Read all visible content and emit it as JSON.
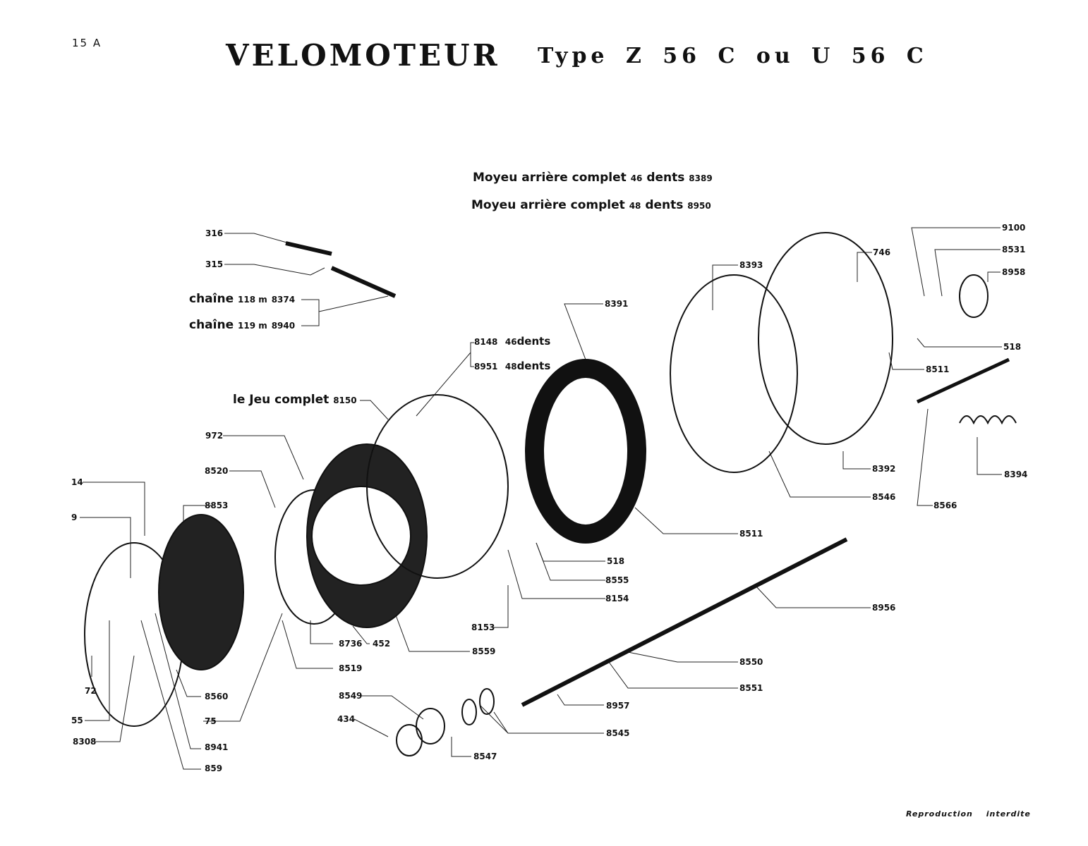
{
  "page": {
    "number": "15 A"
  },
  "header": {
    "title": "VELOMOTEUR",
    "subtitle": "Type Z 56 C ou U 56 C"
  },
  "captions": {
    "hub_46": {
      "text": "Moyeu arrière  complet",
      "teeth": "46",
      "teeth_word": "dents",
      "ref": "8389"
    },
    "hub_48": {
      "text": "Moyeu arrière  complet",
      "teeth": "48",
      "teeth_word": "dents",
      "ref": "8950"
    },
    "chain_118": {
      "text": "chaîne",
      "length": "118 m",
      "ref": "8374"
    },
    "chain_119": {
      "text": "chaîne",
      "length": "119 m",
      "ref": "8940"
    },
    "sprocket_46": {
      "ref": "8148",
      "teeth": "46",
      "teeth_word": "dents"
    },
    "sprocket_48": {
      "ref": "8951",
      "teeth": "48",
      "teeth_word": "dents"
    },
    "set_complete": {
      "text": "le Jeu complet",
      "ref": "8150"
    }
  },
  "part_labels": [
    {
      "id": "p316",
      "ref": "316"
    },
    {
      "id": "p315",
      "ref": "315"
    },
    {
      "id": "p972",
      "ref": "972"
    },
    {
      "id": "p8520",
      "ref": "8520"
    },
    {
      "id": "p14",
      "ref": "14"
    },
    {
      "id": "p9",
      "ref": "9"
    },
    {
      "id": "p8853",
      "ref": "8853"
    },
    {
      "id": "p72",
      "ref": "72"
    },
    {
      "id": "p55",
      "ref": "55"
    },
    {
      "id": "p8308",
      "ref": "8308"
    },
    {
      "id": "p8560",
      "ref": "8560"
    },
    {
      "id": "p75",
      "ref": "75"
    },
    {
      "id": "p8941",
      "ref": "8941"
    },
    {
      "id": "p859",
      "ref": "859"
    },
    {
      "id": "p8736",
      "ref": "8736"
    },
    {
      "id": "p452",
      "ref": "452"
    },
    {
      "id": "p8519",
      "ref": "8519"
    },
    {
      "id": "p8559",
      "ref": "8559"
    },
    {
      "id": "p8153",
      "ref": "8153"
    },
    {
      "id": "p8549",
      "ref": "8549"
    },
    {
      "id": "p434",
      "ref": "434"
    },
    {
      "id": "p8547",
      "ref": "8547"
    },
    {
      "id": "p8545",
      "ref": "8545"
    },
    {
      "id": "p8957",
      "ref": "8957"
    },
    {
      "id": "p8551",
      "ref": "8551"
    },
    {
      "id": "p8550",
      "ref": "8550"
    },
    {
      "id": "p8956",
      "ref": "8956"
    },
    {
      "id": "p518a",
      "ref": "518"
    },
    {
      "id": "p8555",
      "ref": "8555"
    },
    {
      "id": "p8154",
      "ref": "8154"
    },
    {
      "id": "p8511a",
      "ref": "8511"
    },
    {
      "id": "p8546",
      "ref": "8546"
    },
    {
      "id": "p8392",
      "ref": "8392"
    },
    {
      "id": "p8391",
      "ref": "8391"
    },
    {
      "id": "p8393",
      "ref": "8393"
    },
    {
      "id": "p746",
      "ref": "746"
    },
    {
      "id": "p9100",
      "ref": "9100"
    },
    {
      "id": "p8531",
      "ref": "8531"
    },
    {
      "id": "p8958",
      "ref": "8958"
    },
    {
      "id": "p518b",
      "ref": "518"
    },
    {
      "id": "p8511b",
      "ref": "8511"
    },
    {
      "id": "p8566",
      "ref": "8566"
    },
    {
      "id": "p8394",
      "ref": "8394"
    }
  ],
  "footer": {
    "text": "Reproduction interdite"
  }
}
